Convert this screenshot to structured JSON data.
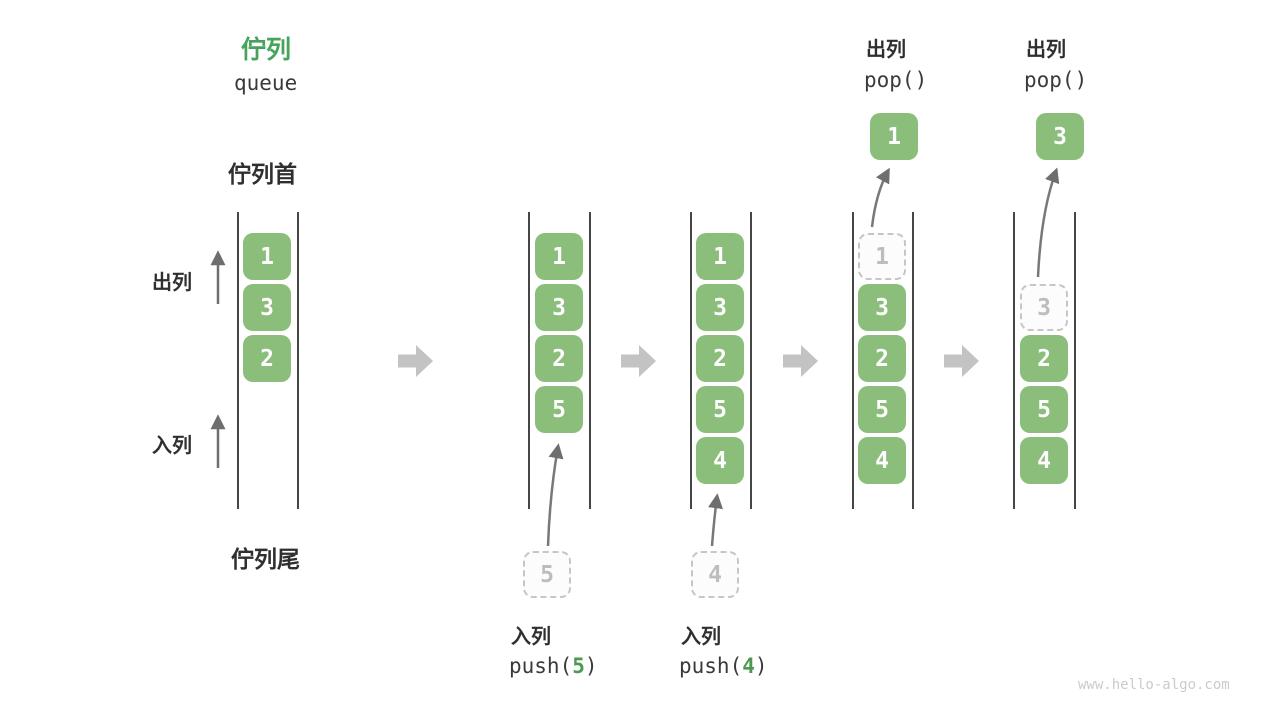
{
  "title": {
    "zh": "佇列",
    "en": "queue"
  },
  "side_labels": {
    "front": "佇列首",
    "rear": "佇列尾",
    "dequeue": "出列",
    "enqueue": "入列"
  },
  "operations": {
    "push5": {
      "label": "入列",
      "fn": "push(",
      "arg": "5",
      "close": ")"
    },
    "push4": {
      "label": "入列",
      "fn": "push(",
      "arg": "4",
      "close": ")"
    },
    "pop1": {
      "label": "出列",
      "fn": "pop()"
    },
    "pop2": {
      "label": "出列",
      "fn": "pop()"
    }
  },
  "steps": [
    {
      "cells": [
        "1",
        "3",
        "2"
      ]
    },
    {
      "cells": [
        "1",
        "3",
        "2",
        "5"
      ],
      "incoming": "5"
    },
    {
      "cells": [
        "1",
        "3",
        "2",
        "5",
        "4"
      ],
      "incoming": "4"
    },
    {
      "cells": [
        "3",
        "2",
        "5",
        "4"
      ],
      "removed": "1",
      "popped": "1"
    },
    {
      "cells": [
        "2",
        "5",
        "4"
      ],
      "removed": "3",
      "popped": "3"
    }
  ],
  "colors": {
    "cell_green": "#8ABE7A",
    "title_green": "#46A45A",
    "code_arg_green": "#4C9A52",
    "flow_arrow_gray": "#C3C3C3",
    "small_arrow_gray": "#6E6E6E",
    "dashed_border_gray": "#C6C6C6"
  },
  "watermark": "www.hello-algo.com"
}
